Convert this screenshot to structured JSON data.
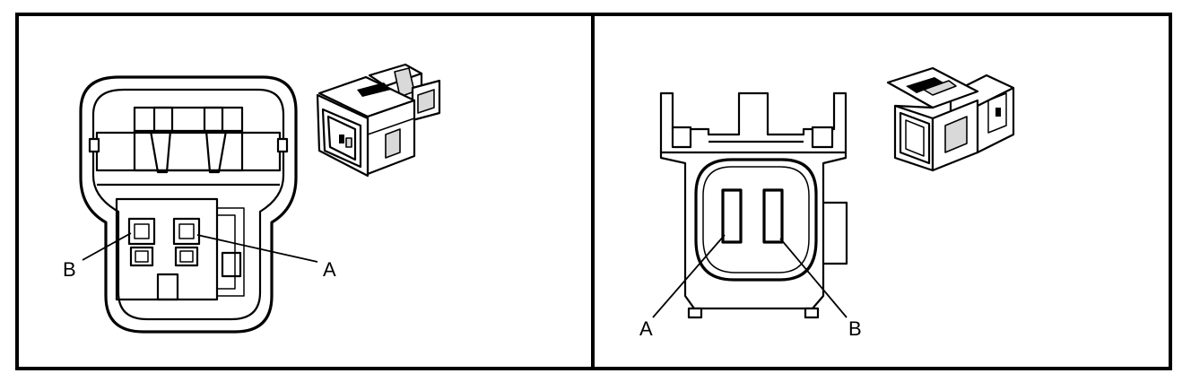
{
  "panels": {
    "left": {
      "terminal_labels": {
        "left": "B",
        "right": "A"
      }
    },
    "right": {
      "terminal_labels": {
        "left": "A",
        "right": "B"
      }
    }
  },
  "colors": {
    "line": "#000000",
    "background": "#ffffff"
  }
}
